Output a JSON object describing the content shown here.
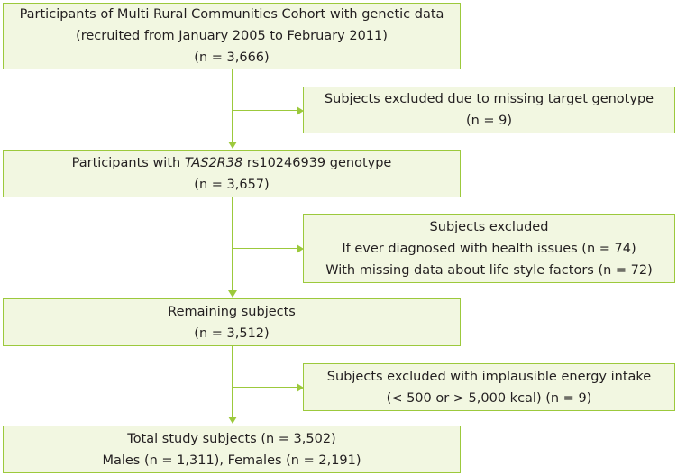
{
  "boxes": {
    "cohort": [
      "Participants of Multi Rural Communities Cohort with genetic data",
      "(recruited from January 2005 to February 2011)",
      "(n = 3,666)"
    ],
    "excluded_genotype": [
      "Subjects excluded due to missing target genotype",
      "(n = 9)"
    ],
    "genotype": {
      "prefix": "Participants with ",
      "gene": "TAS2R38",
      "suffix": " rs10246939 genotype",
      "n": "(n = 3,657)"
    },
    "excluded_health": [
      "Subjects excluded",
      "If ever diagnosed with health issues (n = 74)",
      "With missing data about life style factors (n = 72)"
    ],
    "remaining": [
      "Remaining subjects",
      "(n = 3,512)"
    ],
    "excluded_energy": [
      "Subjects excluded with implausible energy intake",
      "(< 500 or > 5,000 kcal) (n = 9)"
    ],
    "total": [
      "Total study subjects (n = 3,502)",
      "Males (n = 1,311), Females (n = 2,191)"
    ]
  },
  "colors": {
    "border": "#9cc93c",
    "fill": "#f2f7e1",
    "text": "#231f20"
  }
}
